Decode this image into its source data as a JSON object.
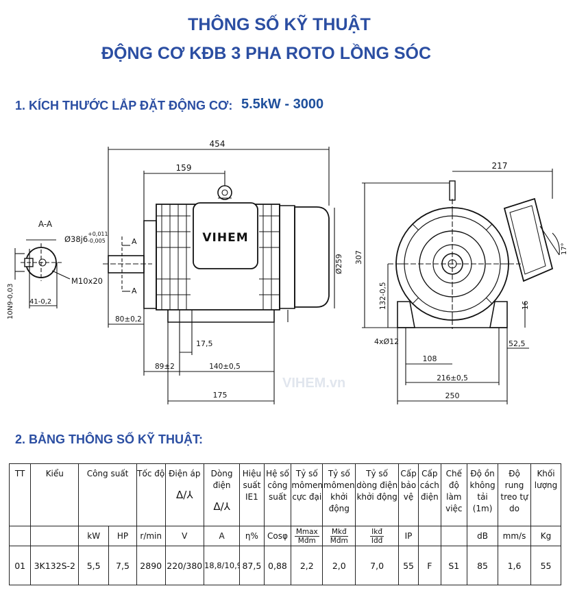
{
  "header": {
    "title1": "THÔNG SỐ KỸ THUẬT",
    "title2": "ĐỘNG CƠ KĐB 3 PHA ROTO LỒNG SÓC"
  },
  "section1": {
    "label": "1. KÍCH THƯỚC LẮP ĐẶT ĐỘNG CƠ:",
    "model_value": "5.5kW - 3000"
  },
  "drawing": {
    "brand": "VIHEM",
    "watermark": "VIHEM.vn",
    "section_label": "A-A",
    "labels": {
      "d454": "454",
      "d159": "159",
      "d217": "217",
      "shaft": "Ø38j6",
      "tol_up": "+0,011",
      "tol_down": "-0,005",
      "thread": "M10x20",
      "key": "10N9-0,03",
      "key_depth": "41-0,2",
      "d80": "80±0,2",
      "d17_5": "17,5",
      "d89": "89±2",
      "d140": "140±0,5",
      "d175": "175",
      "diam259": "Ø259",
      "h307": "307",
      "h132": "132-0,5",
      "angle17": "17°",
      "d16": "16",
      "holes": "4xØ12",
      "d52_5": "52,5",
      "d108": "108",
      "d216": "216±0,5",
      "d250": "250",
      "mark_a": "A"
    }
  },
  "section2": {
    "label": "2. BẢNG THÔNG SỐ KỸ THUẬT:"
  },
  "table": {
    "headers": {
      "tt": "TT",
      "kieu": "Kiểu",
      "cong_suat": "Công suất",
      "toc_do": "Tốc độ",
      "dien_ap": "Điện áp",
      "dong_dien": "Dòng điện",
      "hieu_suat": "Hiệu suất IE1",
      "he_so": "Hệ số công suất",
      "ty_so_momen_cuc_dai": "Tỷ số mômen cực đại",
      "ty_so_momen_khoi_dong": "Tỷ số mômen khởi động",
      "ty_so_dong_dien": "Tỷ số dòng điện khởi động",
      "cap_bao_ve": "Cấp bảo vệ",
      "cap_cach_dien": "Cấp cách điện",
      "che_do": "Chế độ làm việc",
      "do_on": "Độ ồn không tải (1m)",
      "do_rung": "Độ rung treo tự do",
      "khoi_luong": "Khối lượng",
      "delta_star": "Δ/⅄"
    },
    "units": {
      "kw": "kW",
      "hp": "HP",
      "rpm": "r/min",
      "v": "V",
      "a": "A",
      "eff": "η%",
      "pf": "Cosφ",
      "mmax_num": "Mmax",
      "mmax_den": "Mđm",
      "mkd_num": "Mkđ",
      "mkd_den": "Mđm",
      "ikd_num": "Ikđ",
      "ikd_den": "Iđđ",
      "ip": "IP",
      "db": "dB",
      "mms": "mm/s",
      "kg": "Kg"
    },
    "rows": [
      {
        "tt": "01",
        "kieu": "3K132S-2",
        "kw": "5,5",
        "hp": "7,5",
        "rpm": "2890",
        "v": "220/380",
        "a": "18,8/10,9",
        "eff": "87,5",
        "pf": "0,88",
        "mmax": "2,2",
        "mkd": "2,0",
        "ikd": "7,0",
        "ip": "55",
        "ins": "F",
        "duty": "S1",
        "db": "85",
        "vib": "1,6",
        "kg": "55"
      }
    ]
  }
}
